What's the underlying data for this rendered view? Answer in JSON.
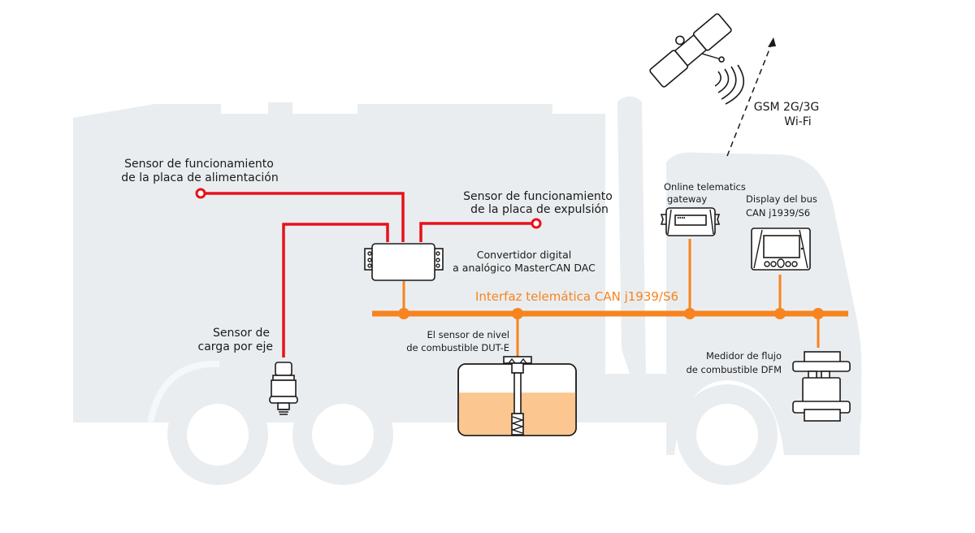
{
  "diagram": {
    "type": "vehicle-telematics-schematic",
    "colors": {
      "sensor_wires": "#e8101b",
      "can_bus": "#f7841e",
      "can_bus_label": "#f7841e",
      "truck_silhouette": "#eaedef",
      "fuel_level": "#fbc690",
      "text": "#1a1a1a"
    },
    "wireless": {
      "icon": "satellite-icon",
      "label_line1": "GSM 2G/3G",
      "label_line2": "Wi-Fi"
    },
    "can_bus": {
      "label": "Interfaz telemática CAN j1939/S6"
    },
    "components": {
      "power_plate_sensor": {
        "line1": "Sensor de funcionamiento",
        "line2": "de la placa de alimentación"
      },
      "ejection_plate_sensor": {
        "line1": "Sensor de funcionamiento",
        "line2": "de la placa de expulsión"
      },
      "dac_converter": {
        "line1": "Convertidor digital",
        "line2": "a analógico MasterCAN DAC"
      },
      "axle_load_sensor": {
        "line1": "Sensor de",
        "line2": "carga por eje"
      },
      "fuel_level_sensor": {
        "line1": "El sensor de nivel",
        "line2": "de combustible DUT-E",
        "fuel_fill_fraction": 0.6
      },
      "telematics_gateway": {
        "line1": "Online telematics",
        "line2": "gateway"
      },
      "can_display": {
        "line1": "Display del bus",
        "line2": "CAN j1939/S6"
      },
      "fuel_flow_meter": {
        "line1": "Medidor de flujo",
        "line2": "de combustible DFM"
      }
    },
    "connections": [
      {
        "from": "power_plate_sensor",
        "to": "dac_converter",
        "kind": "analog"
      },
      {
        "from": "ejection_plate_sensor",
        "to": "dac_converter",
        "kind": "analog"
      },
      {
        "from": "axle_load_sensor",
        "to": "dac_converter",
        "kind": "analog"
      },
      {
        "from": "dac_converter",
        "to": "can_bus",
        "kind": "can"
      },
      {
        "from": "fuel_level_sensor",
        "to": "can_bus",
        "kind": "can"
      },
      {
        "from": "telematics_gateway",
        "to": "can_bus",
        "kind": "can"
      },
      {
        "from": "can_display",
        "to": "can_bus",
        "kind": "can"
      },
      {
        "from": "fuel_flow_meter",
        "to": "can_bus",
        "kind": "can"
      },
      {
        "from": "telematics_gateway",
        "to": "wireless",
        "kind": "wireless"
      }
    ]
  }
}
